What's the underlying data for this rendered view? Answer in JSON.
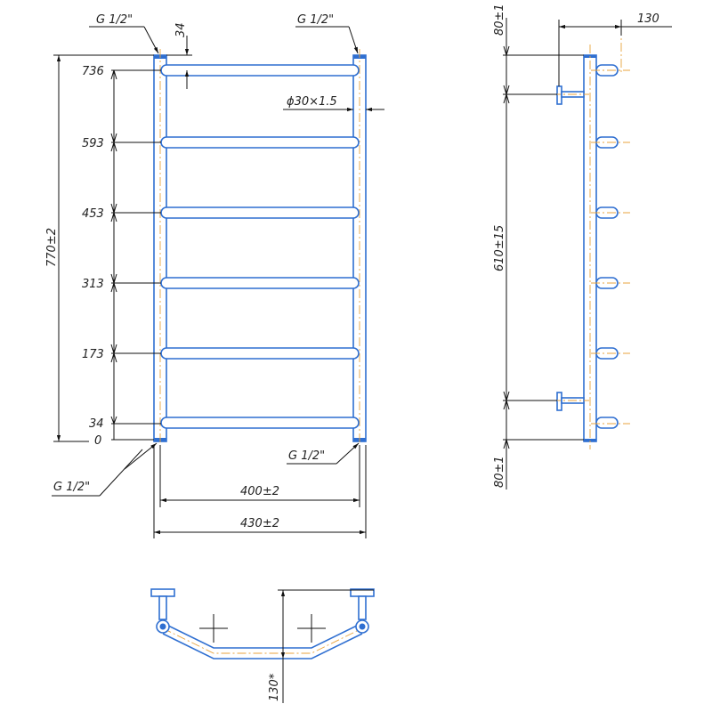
{
  "front_view": {
    "thread_top_left": "G 1/2\"",
    "thread_top_right": "G 1/2\"",
    "thread_bottom_left": "G 1/2\"",
    "thread_bottom_right": "G 1/2\"",
    "top_offset": "34",
    "pipe_diameter": "ϕ30×1.5",
    "height_total": "770±2",
    "bar_levels": [
      "736",
      "593",
      "453",
      "313",
      "173",
      "34",
      "0"
    ],
    "width_inner": "400±2",
    "width_outer": "430±2"
  },
  "side_view": {
    "depth": "130",
    "top_offset": "80±1",
    "mount_spacing": "610±15",
    "bottom_offset": "80±1"
  },
  "top_view": {
    "depth": "130*"
  },
  "colors": {
    "pipe": "#2f6fd1",
    "centerline": "#e8a33c",
    "dimension": "#111111"
  }
}
